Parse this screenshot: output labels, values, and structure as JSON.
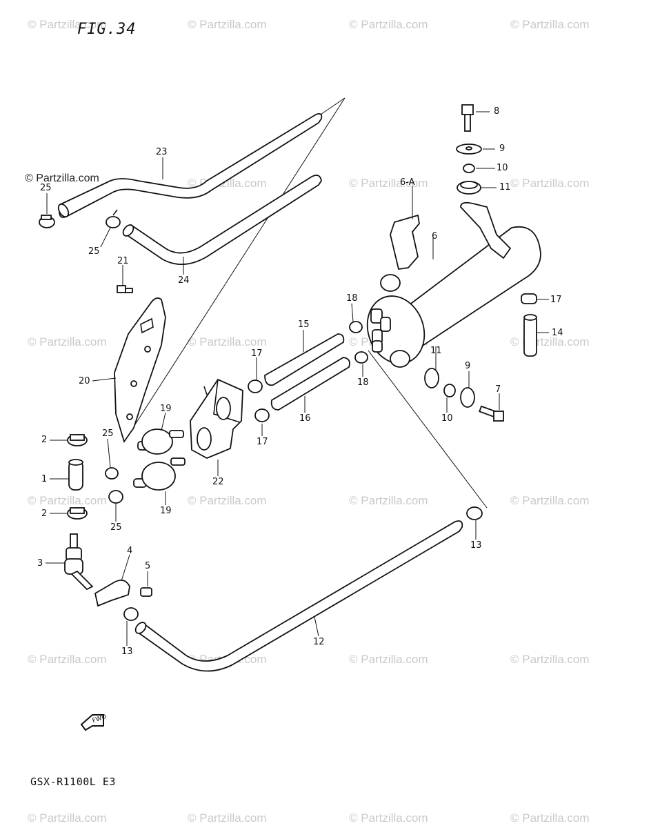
{
  "figure_title": "FIG.34",
  "model_code": "GSX-R1100L E3",
  "watermark": "© Partzilla.com",
  "fwd_label": "FWD",
  "callouts": {
    "c1": "1",
    "c2a": "2",
    "c2b": "2",
    "c3": "3",
    "c4": "4",
    "c5": "5",
    "c6": "6",
    "c6a": "6-A",
    "c7": "7",
    "c8": "8",
    "c9a": "9",
    "c9b": "9",
    "c10a": "10",
    "c10b": "10",
    "c11a": "11",
    "c11b": "11",
    "c12": "12",
    "c13a": "13",
    "c13b": "13",
    "c14": "14",
    "c15": "15",
    "c16": "16",
    "c17a": "17",
    "c17b": "17",
    "c17c": "17",
    "c18a": "18",
    "c18b": "18",
    "c19a": "19",
    "c19b": "19",
    "c20": "20",
    "c21": "21",
    "c22": "22",
    "c23": "23",
    "c24": "24",
    "c25a": "25",
    "c25b": "25",
    "c25c": "25",
    "c25d": "25"
  }
}
